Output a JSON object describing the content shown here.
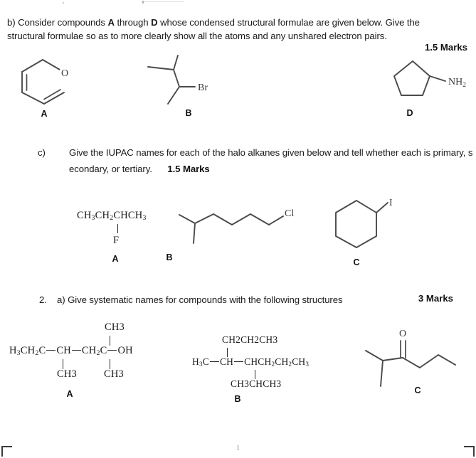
{
  "document": {
    "page_number": "1"
  },
  "question_b": {
    "line1_pre": "b) Consider compounds ",
    "line1_bold_a": "A",
    "line1_mid": " through ",
    "line1_bold_d": "D",
    "line1_post": " whose condensed structural formulae are given below. Give the",
    "line2": "structural formulae so as to more clearly show all the atoms and any unshared electron pairs.",
    "marks": "1.5 Marks",
    "structures": [
      {
        "label": "A",
        "name": "pyran-ring-with-oxygen",
        "atom_labels": [
          "O"
        ]
      },
      {
        "label": "B",
        "name": "bromo-branched-alkane",
        "atom_labels": [
          "Br"
        ]
      },
      {
        "label": "D",
        "name": "cyclopentylamine",
        "atom_labels": [
          "NH2"
        ]
      }
    ]
  },
  "question_c": {
    "marker": "c)",
    "line1": "Give the IUPAC names for each of the halo alkanes given below and tell whether each is primary, s",
    "line2": "econdary, or tertiary.",
    "marks": "1.5 Marks",
    "structures": [
      {
        "label": "A",
        "name": "condensed-fluoro-butane",
        "formula_main": "CH3CH2CHCH3",
        "substituent": "F"
      },
      {
        "label": "B",
        "name": "chloro-methylhexane-skeleton",
        "atom_labels": [
          "Cl"
        ]
      },
      {
        "label": "C",
        "name": "iodocyclohexane",
        "atom_labels": [
          "I"
        ]
      }
    ]
  },
  "question_2a": {
    "number": "2.",
    "text": "a) Give systematic names for compounds with the following structures",
    "marks": "3 Marks",
    "structures": [
      {
        "label": "A",
        "name": "condensed-methyl-pentanol",
        "top_branch": "CH3",
        "chain": [
          "H3CH2C",
          "CH",
          "CH2C",
          "OH"
        ],
        "bottom_branch_left": "CH3",
        "bottom_branch_right": "CH3"
      },
      {
        "label": "B",
        "name": "condensed-branched-alkane",
        "top_branch": "CH2CH2CH3",
        "chain": [
          "H3C",
          "CH",
          "CHCH2CH2CH3"
        ],
        "bottom_branch": "CH3CHCH3"
      },
      {
        "label": "C",
        "name": "methyl-heptanone-skeleton",
        "atom_labels": [
          "O"
        ]
      }
    ]
  }
}
